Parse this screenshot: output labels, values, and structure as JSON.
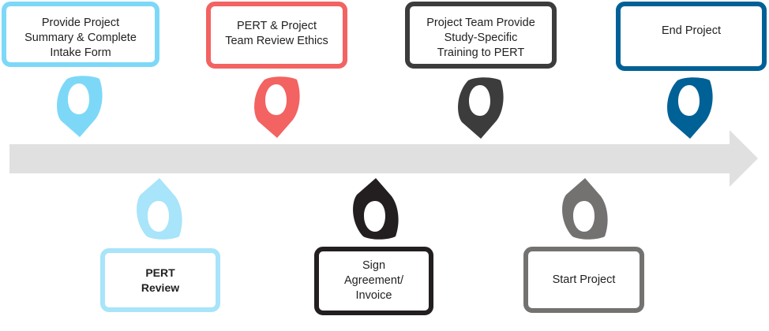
{
  "timeline": {
    "arrow_color": "#e0e0e0",
    "steps": [
      {
        "label": "Provide Project\nSummary & Complete\nIntake Form",
        "color": "#7dd8f8",
        "position": "above"
      },
      {
        "label": "PERT\nReview",
        "color": "#a8e4fa",
        "position": "below"
      },
      {
        "label": "PERT & Project\nTeam Review Ethics",
        "color": "#f26361",
        "position": "above"
      },
      {
        "label": "Sign\nAgreement/\nInvoice",
        "color": "#231f20",
        "position": "below"
      },
      {
        "label": "Project Team Provide\nStudy-Specific\nTraining to PERT",
        "color": "#3c3c3c",
        "position": "above"
      },
      {
        "label": "Start Project",
        "color": "#747171",
        "position": "below"
      },
      {
        "label": "End Project",
        "color": "#006196",
        "position": "above"
      }
    ]
  }
}
